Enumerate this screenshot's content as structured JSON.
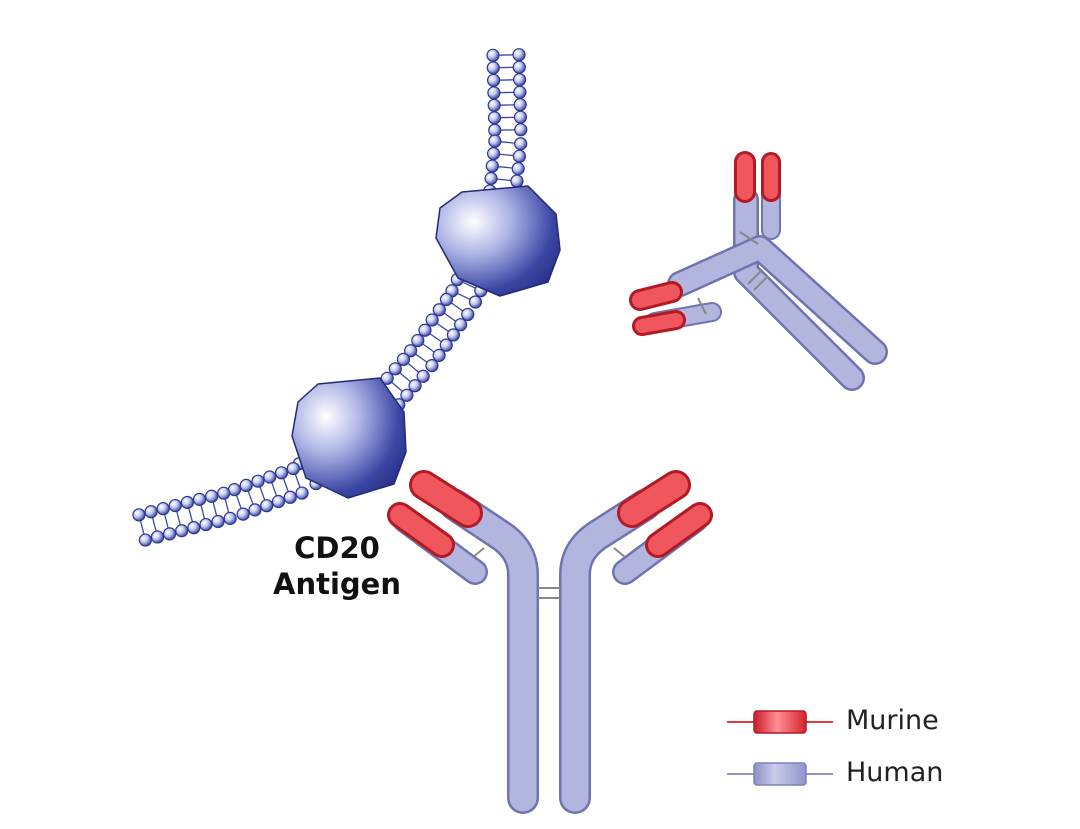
{
  "antigen": {
    "label_line1": "CD20",
    "label_line2": "Antigen"
  },
  "legend": {
    "murine": {
      "label": "Murine",
      "color": "#e8323c",
      "icon": "murine-segment-icon"
    },
    "human": {
      "label": "Human",
      "color": "#a9add6",
      "icon": "human-segment-icon"
    }
  },
  "colors": {
    "membrane": "#3d4aa6",
    "antigen": "#3a46a0",
    "antibody_human": "#a9add6",
    "antibody_murine": "#e8323c"
  }
}
